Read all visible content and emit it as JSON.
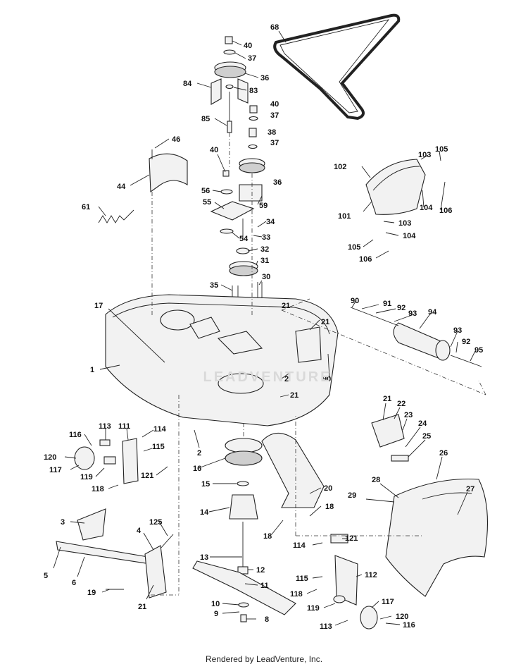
{
  "footer": "Rendered by LeadVenture, Inc.",
  "watermark": "LEADVENTURE",
  "labels": [
    "68",
    "40",
    "37",
    "36",
    "83",
    "84",
    "85",
    "40",
    "37",
    "38",
    "37",
    "36",
    "40",
    "46",
    "44",
    "56",
    "59",
    "55",
    "61",
    "34",
    "33",
    "54",
    "32",
    "31",
    "30",
    "35",
    "102",
    "103",
    "105",
    "101",
    "104",
    "106",
    "103",
    "104",
    "105",
    "106",
    "90",
    "91",
    "92",
    "93",
    "94",
    "93",
    "92",
    "95",
    "21",
    "21",
    "17",
    "1",
    "2",
    "90",
    "21",
    "21",
    "22",
    "23",
    "24",
    "25",
    "26",
    "27",
    "28",
    "29",
    "116",
    "113",
    "111",
    "114",
    "115",
    "120",
    "117",
    "119",
    "121",
    "118",
    "2",
    "16",
    "15",
    "14",
    "13",
    "12",
    "11",
    "10",
    "9",
    "8",
    "20",
    "18",
    "18",
    "3",
    "4",
    "125",
    "5",
    "6",
    "19",
    "21",
    "114",
    "121",
    "112",
    "115",
    "118",
    "119",
    "117",
    "120",
    "116",
    "113"
  ]
}
